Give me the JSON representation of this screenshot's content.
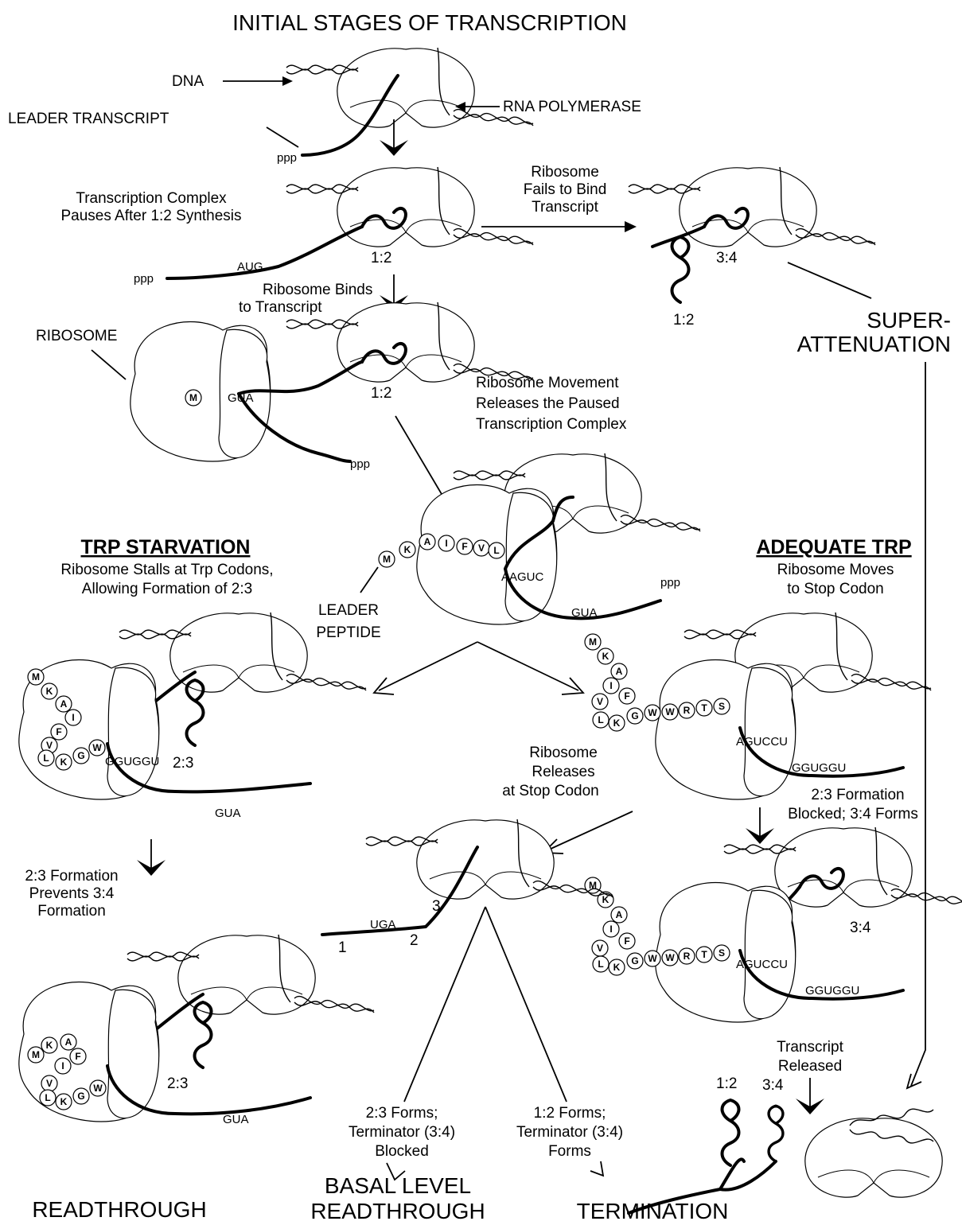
{
  "title": "INITIAL STAGES OF TRANSCRIPTION",
  "labels": {
    "dna": "DNA",
    "rna_polymerase": "RNA POLYMERASE",
    "leader_transcript": "LEADER TRANSCRIPT",
    "ribosome": "RIBOSOME",
    "ppp": "ppp",
    "aug": "AUG",
    "gua": "GUA",
    "leader_peptide_1": "LEADER",
    "leader_peptide_2": "PEPTIDE",
    "aaguc": "AAGUC",
    "gguggu": "GGUGGU",
    "aguccu": "AGUCCU",
    "gguggu_starv": "GGUGGU",
    "uga": "UGA",
    "num_1": "1",
    "num_2": "2",
    "num_3": "3"
  },
  "pairs": {
    "p12": "1:2",
    "p23": "2:3",
    "p34": "3:4"
  },
  "steps": {
    "pause": [
      "Transcription Complex",
      "Pauses After 1:2 Synthesis"
    ],
    "fails": [
      "Ribosome",
      "Fails to Bind",
      "Transcript"
    ],
    "binds": [
      "Ribosome Binds",
      "to Transcript"
    ],
    "release": [
      "Ribosome Movement",
      "Releases the Paused",
      "Transcription Complex"
    ],
    "stop": [
      "Ribosome",
      "Releases",
      "at Stop Codon"
    ],
    "blocked": [
      "2:3 Formation",
      "Blocked; 3:4 Forms"
    ],
    "prevents": [
      "2:3 Formation",
      "Prevents 3:4",
      "Formation"
    ],
    "transcript_released": [
      "Transcript",
      "Released"
    ],
    "forms23": [
      "2:3 Forms;",
      "Terminator (3:4)",
      "Blocked"
    ],
    "forms12": [
      "1:2 Forms;",
      "Terminator (3:4)",
      "Forms"
    ]
  },
  "headings": {
    "starvation": "TRP STARVATION",
    "starvation_sub": [
      "Ribosome Stalls at Trp Codons,",
      "Allowing Formation of 2:3"
    ],
    "adequate": "ADEQUATE TRP",
    "adequate_sub": [
      "Ribosome Moves",
      "to Stop Codon"
    ]
  },
  "outcomes": {
    "superattenuation": [
      "SUPER-",
      "ATTENUATION"
    ],
    "readthrough": "READTHROUGH",
    "basal": [
      "BASAL LEVEL",
      "READTHROUGH"
    ],
    "termination": "TERMINATION"
  },
  "peptides": {
    "center": [
      "M",
      "K",
      "A",
      "I",
      "F",
      "V",
      "L"
    ],
    "starvation": [
      "M",
      "K",
      "A",
      "I",
      "F",
      "V",
      "L",
      "K",
      "G",
      "W"
    ],
    "adequate": [
      "M",
      "K",
      "A",
      "I",
      "F",
      "V",
      "L",
      "K",
      "G",
      "W",
      "W",
      "R",
      "T",
      "S"
    ]
  }
}
